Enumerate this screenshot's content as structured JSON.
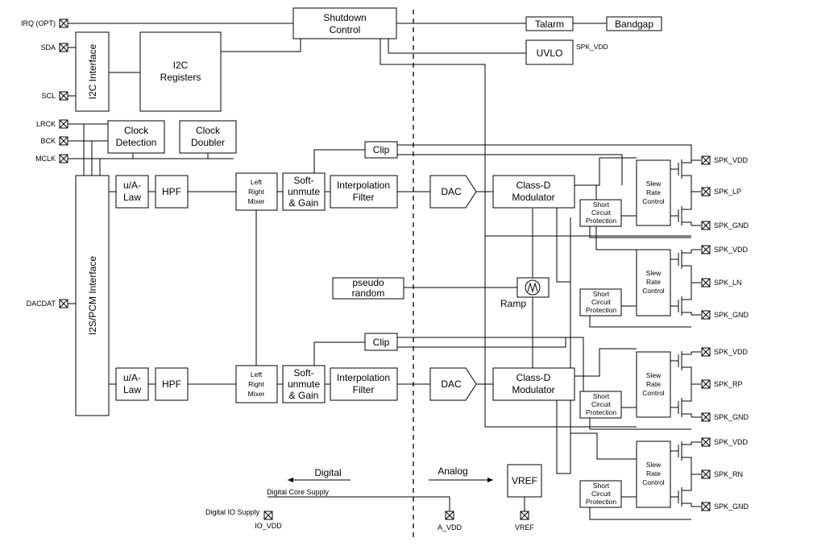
{
  "blocks": {
    "shutdown": [
      "Shutdown",
      "Control"
    ],
    "talarm": "Talarm",
    "bandgap": "Bandgap",
    "uvlo": "UVLO",
    "i2c_interface": "I2C Interface",
    "i2c_registers": [
      "I2C",
      "Registers"
    ],
    "clock_detection": [
      "Clock",
      "Detection"
    ],
    "clock_doubler": [
      "Clock",
      "Doubler"
    ],
    "i2s_interface": "I2S/PCM Interface",
    "ua_law": [
      "u/A-",
      "Law"
    ],
    "hpf": "HPF",
    "mixer": [
      "Left",
      "Right",
      "Mixer"
    ],
    "softunmute": [
      "Soft-",
      "unmute",
      "& Gain"
    ],
    "interp": [
      "Interpolation",
      "Filter"
    ],
    "clip": "Clip",
    "dac": "DAC",
    "classd": [
      "Class-D",
      "Modulator"
    ],
    "pseudo": [
      "pseudo",
      "random"
    ],
    "ramp": "Ramp",
    "scp": [
      "Short",
      "Circuit",
      "Protection"
    ],
    "slew": [
      "Slew",
      "Rate",
      "Control"
    ],
    "vref": "VREF"
  },
  "pins": {
    "irq": "IRQ (OPT)",
    "sda": "SDA",
    "scl": "SCL",
    "lrck": "LRCK",
    "bck": "BCK",
    "mclk": "MCLK",
    "dacdat": "DACDAT",
    "spk_vdd_uvlo": "SPK_VDD",
    "out_vdd": "SPK_VDD",
    "out_gnd": "SPK_GND",
    "spk_lp": "SPK_LP",
    "spk_ln": "SPK_LN",
    "spk_rp": "SPK_RP",
    "spk_rn": "SPK_RN",
    "digital_io_supply": "Digital IO Supply",
    "io_vdd": "IO_VDD",
    "a_vdd": "A_VDD",
    "vref_pin": "VREF"
  },
  "domains": {
    "digital": "Digital",
    "analog": "Analog",
    "digital_core_supply": "Digital Core Supply"
  }
}
